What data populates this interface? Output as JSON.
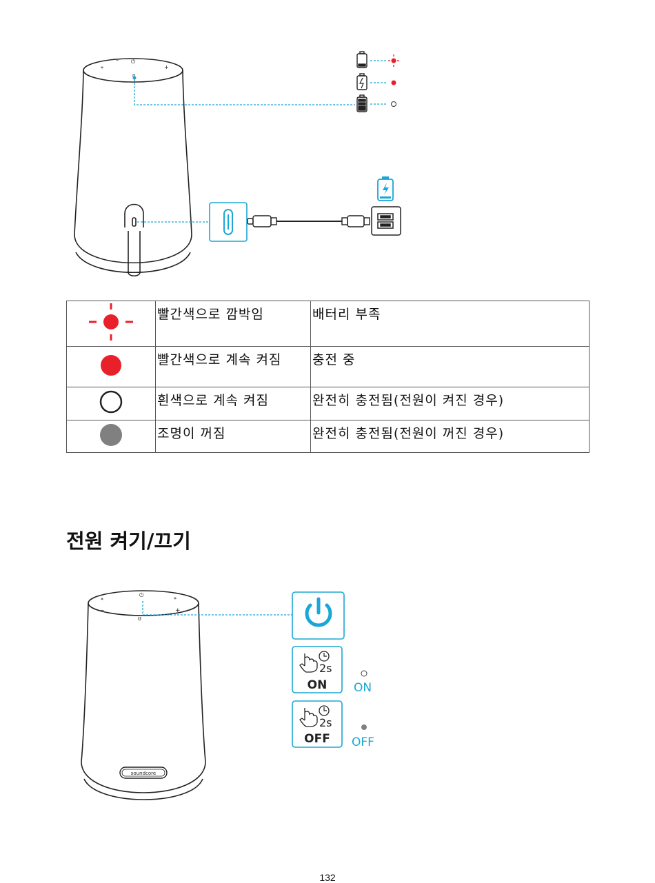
{
  "status_table": {
    "rows": [
      {
        "icon": "red-blinking-dot-icon",
        "light": "빨간색으로 깜박임",
        "meaning": "배터리 부족"
      },
      {
        "icon": "red-solid-dot-icon",
        "light": "빨간색으로 계속 켜짐",
        "meaning": "충전 중"
      },
      {
        "icon": "white-ring-icon",
        "light": "흰색으로 계속 켜짐",
        "meaning": "완전히 충전됨(전원이 켜진 경우)"
      },
      {
        "icon": "gray-dot-icon",
        "light": "조명이 꺼짐",
        "meaning": "완전히 충전됨(전원이 꺼진 경우)"
      }
    ]
  },
  "section": {
    "title": "전원 켜기/끄기"
  },
  "power_diagram": {
    "hold_duration": "2s",
    "on_button_label": "ON",
    "off_button_label": "OFF",
    "on_indicator_label": "ON",
    "off_indicator_label": "OFF",
    "brand_logo_text": "soundcore"
  },
  "colors": {
    "accent_cyan": "#1aa6d6",
    "led_red": "#e8202a",
    "led_gray": "#808080"
  },
  "page_number": "132"
}
